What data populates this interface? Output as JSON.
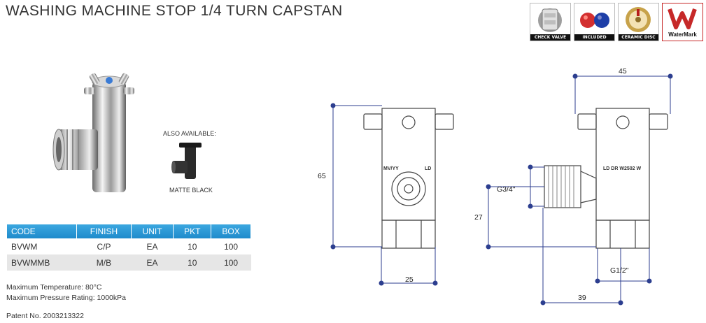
{
  "title": "WASHING MACHINE STOP 1/4 TURN CAPSTAN",
  "badges": [
    {
      "label": "CHECK VALVE",
      "icon": "check-valve-icon"
    },
    {
      "label": "INCLUDED",
      "icon": "hot-cold-indicator-icon"
    },
    {
      "label": "CERAMIC DISC",
      "icon": "ceramic-disc-icon"
    },
    {
      "label": "WaterMark",
      "icon": "watermark-logo",
      "color": "#c62828"
    }
  ],
  "also_available": "ALSO AVAILABLE:",
  "matte_black": "MATTE BLACK",
  "table": {
    "headers": [
      "CODE",
      "FINISH",
      "UNIT",
      "PKT",
      "BOX"
    ],
    "rows": [
      [
        "BVWM",
        "C/P",
        "EA",
        "10",
        "100"
      ],
      [
        "BVWMMB",
        "M/B",
        "EA",
        "10",
        "100"
      ]
    ],
    "header_color": "#2196d3"
  },
  "notes": {
    "max_temp": "Maximum Temperature: 80°C",
    "max_pressure": "Maximum Pressure Rating: 1000kPa",
    "patent": "Patent No. 2003213322"
  },
  "drawing": {
    "dim_height": "65",
    "dim_front_width": "25",
    "dim_top": "45",
    "dim_thread_top": "G3/4\"",
    "dim_outlet_height": "27",
    "dim_thread_bottom": "G1/2\"",
    "dim_depth": "39",
    "marking_front_left": "MV/YY",
    "marking_front_right": "LD",
    "marking_side": "LD DR W2502 W",
    "line_color": "#2c3e8f"
  }
}
